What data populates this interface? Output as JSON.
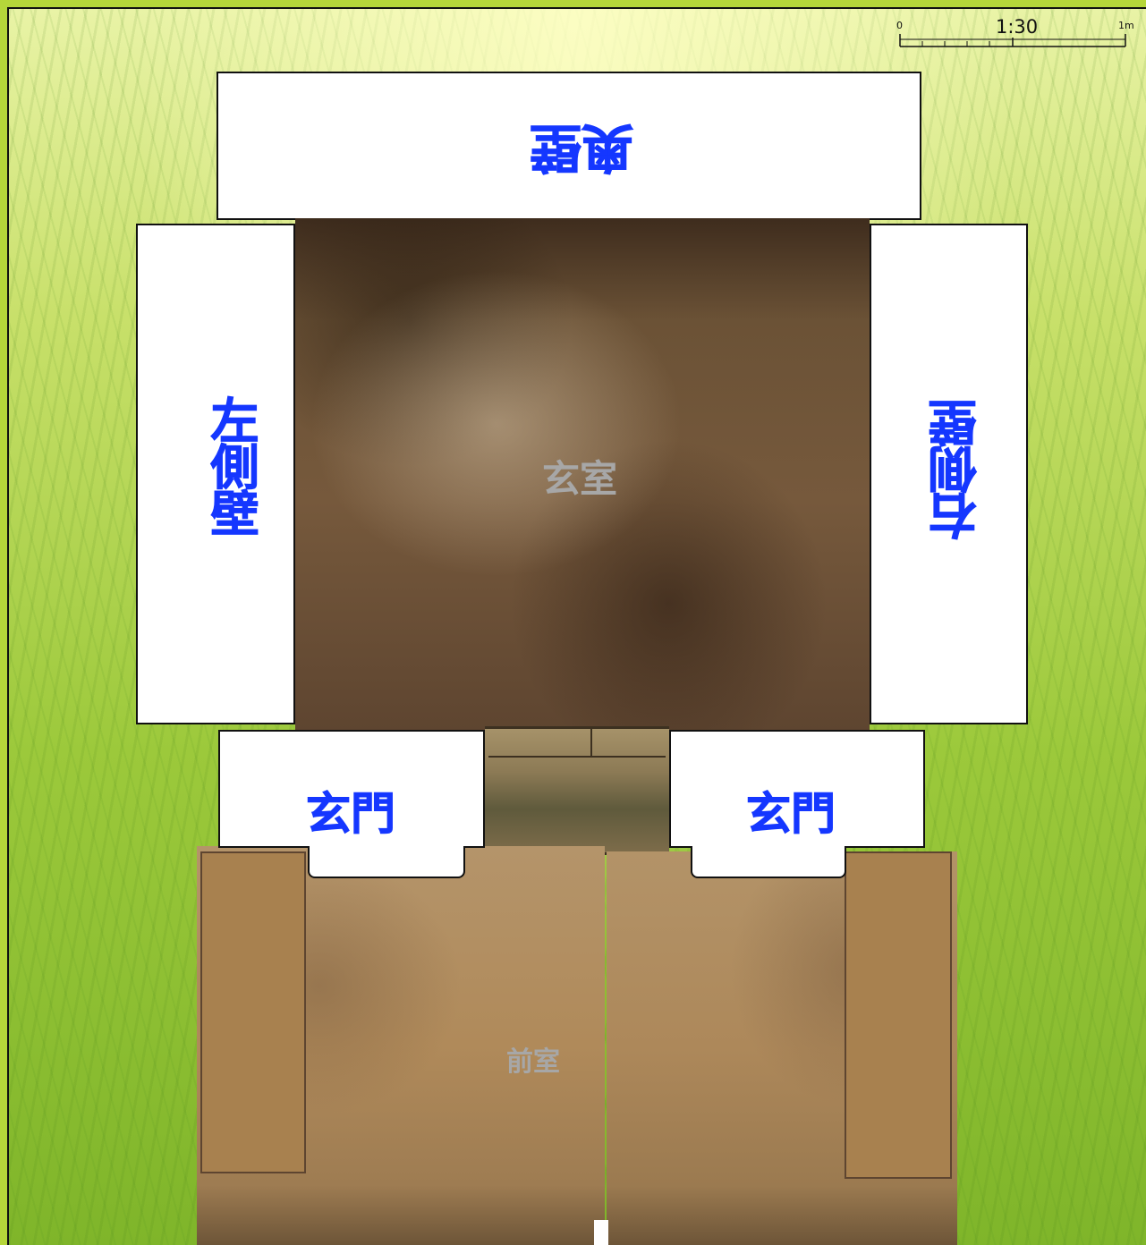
{
  "scale_bar": {
    "zero": "0",
    "ratio": "1:30",
    "end": "1m"
  },
  "walls": {
    "back": "奥壁",
    "left": "左側壁",
    "right": "右側壁",
    "gate_left": "玄門",
    "gate_right": "玄門"
  },
  "rooms": {
    "burial_chamber": "玄室",
    "front_chamber": "前室"
  },
  "colors": {
    "label_blue": "#1537ff",
    "room_label_gray": "#a7a7a7",
    "grass_green": "#9cc93b",
    "chamber_brown": "#6b5236",
    "front_stone": "#b08a5a"
  }
}
